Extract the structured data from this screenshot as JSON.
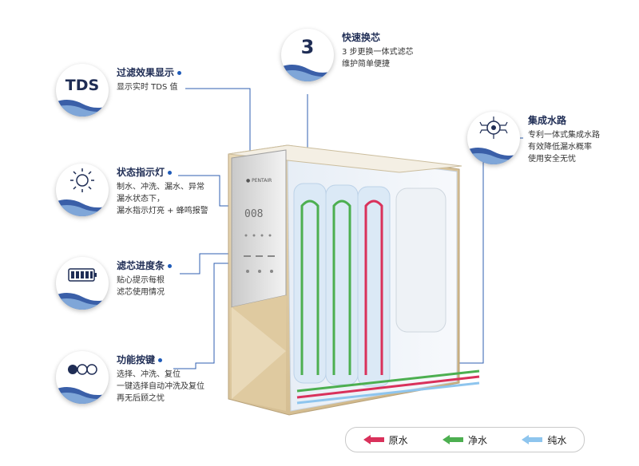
{
  "features": {
    "tds": {
      "icon": "TDS",
      "title": "过滤效果显示",
      "body": [
        "显示实时 TDS 值"
      ]
    },
    "status": {
      "title": "状态指示灯",
      "body": [
        "制水、冲洗、漏水、异常",
        "漏水状态下，",
        "漏水指示灯亮 + 蜂鸣报警"
      ]
    },
    "progress": {
      "title": "滤芯进度条",
      "body": [
        "贴心提示每根",
        "滤芯使用情况"
      ]
    },
    "buttons": {
      "title": "功能按键",
      "body": [
        "选择、冲洗、复位",
        "一键选择自动冲洗及复位",
        "再无后顾之忧"
      ]
    },
    "quick": {
      "icon": "3",
      "title": "快速换芯",
      "body": [
        "3 步更换一体式滤芯",
        "维护简单便捷"
      ]
    },
    "waterway": {
      "title": "集成水路",
      "body": [
        "专利一体式集成水路",
        "有效降低漏水概率",
        "使用安全无忧"
      ]
    }
  },
  "device": {
    "brand": "PENTAIR",
    "display": "008"
  },
  "legend": [
    {
      "label": "原水",
      "color": "#d9315b"
    },
    {
      "label": "净水",
      "color": "#4caf50"
    },
    {
      "label": "纯水",
      "color": "#8ec5ee"
    }
  ]
}
